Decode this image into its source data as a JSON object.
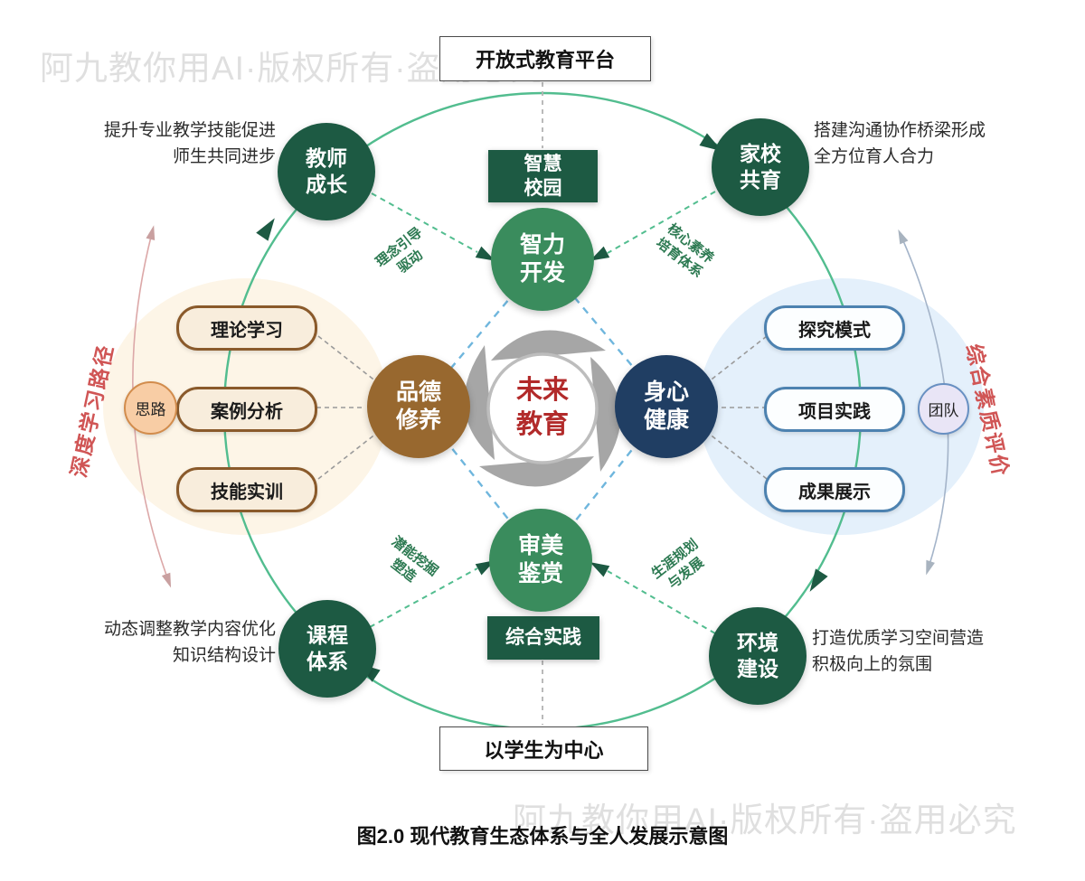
{
  "watermark": "阿九教你用AI·版权所有·盗用必究",
  "boxes": {
    "top": "开放式教育平台",
    "bottom": "以学生为中心"
  },
  "center_node": "未来\n教育",
  "inner_nodes": {
    "intellect": "智力\n开发",
    "morality": "品德\n修养",
    "health": "身心\n健康",
    "aesthetics": "审美\n鉴赏"
  },
  "banners": {
    "smart_campus": "智慧\n校园",
    "comprehensive_practice": "综合实践"
  },
  "corner_nodes": {
    "teacher_growth": {
      "label": "教师\n成长",
      "desc": "提升专业教学技能促进\n师生共同进步"
    },
    "home_school": {
      "label": "家校\n共育",
      "desc": "搭建沟通协作桥梁形成\n全方位育人合力"
    },
    "curriculum": {
      "label": "课程\n体系",
      "desc": "动态调整教学内容优化\n知识结构设计"
    },
    "environment": {
      "label": "环境\n建设",
      "desc": "打造优质学习空间营造\n积极向上的氛围"
    }
  },
  "left_panel": {
    "pills": [
      "理论学习",
      "案例分析",
      "技能实训"
    ],
    "bubble": "思路",
    "side_label": "深度学习路径"
  },
  "right_panel": {
    "pills": [
      "探究模式",
      "项目实践",
      "成果展示"
    ],
    "bubble": "团队",
    "side_label": "综合素质评价"
  },
  "flow_labels": {
    "tl": "理念引导\n驱动",
    "tr": "核心素养\n培育体系",
    "bl": "潜能挖掘\n塑造",
    "br": "生涯规划\n与发展"
  },
  "caption": "图2.0 现代教育生态体系与全人发展示意图",
  "colors": {
    "dark_green": "#1d5a43",
    "mid_green": "#3a8c5d",
    "line_green": "#52bd8f",
    "flow_green": "#2d7a52",
    "brown": "#98682f",
    "navy": "#203e63",
    "center_red": "#b22a2a",
    "side_red": "#d05555",
    "blob_cream": "#fdf5e7",
    "blob_blue": "#e4f0fb",
    "pill_brown_border": "#8a5a2b",
    "pill_brown_bg": "#f8eddc",
    "pill_blue_border": "#4d82b0",
    "pill_blue_bg": "#fcfeff",
    "bubble_left_bg": "#f8cda5",
    "bubble_right_bg": "#e9e5f6",
    "diamond_blue": "#6fb6dd",
    "arc_pink": "#dca8a8",
    "arc_blue": "#a4b4c9"
  }
}
